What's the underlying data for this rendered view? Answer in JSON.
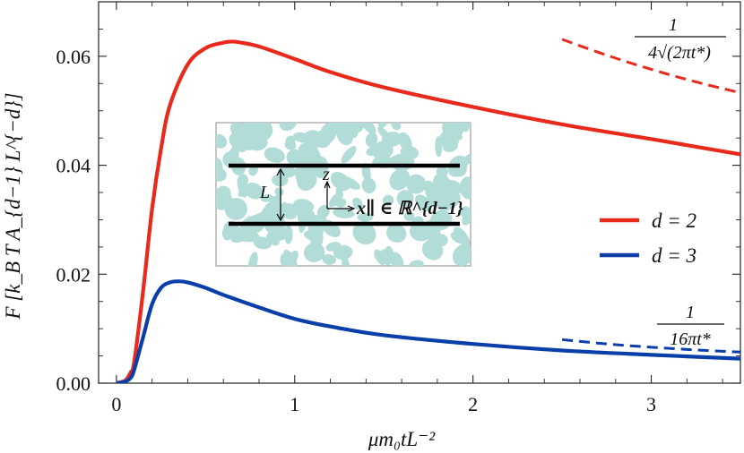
{
  "chart_data": {
    "type": "line",
    "xlabel": "μm₀tL⁻²",
    "ylabel": "F [k_B T A_{d−1} L^{−d}]",
    "xlim": [
      -0.1,
      3.5
    ],
    "ylim": [
      0,
      0.07
    ],
    "xticks": [
      0,
      1,
      2,
      3
    ],
    "yticks": [
      0.0,
      0.02,
      0.04,
      0.06
    ],
    "xtick_labels": [
      "0",
      "1",
      "2",
      "3"
    ],
    "ytick_labels": [
      "0.00",
      "0.02",
      "0.04",
      "0.06"
    ],
    "grid": false,
    "legend_position": "center-right",
    "series": [
      {
        "name": "d = 2",
        "color": "#e8291c",
        "style": "solid",
        "x": [
          0,
          0.05,
          0.08,
          0.1,
          0.15,
          0.2,
          0.25,
          0.3,
          0.4,
          0.5,
          0.6,
          0.65,
          0.7,
          0.8,
          1.0,
          1.2,
          1.5,
          2.0,
          2.5,
          3.0,
          3.5
        ],
        "y": [
          0,
          0.0005,
          0.002,
          0.004,
          0.017,
          0.032,
          0.043,
          0.051,
          0.0585,
          0.0615,
          0.0625,
          0.0627,
          0.0625,
          0.0618,
          0.0595,
          0.0571,
          0.0543,
          0.0507,
          0.0475,
          0.0448,
          0.042
        ]
      },
      {
        "name": "d = 3",
        "color": "#0a3ea8",
        "style": "solid",
        "x": [
          0,
          0.05,
          0.08,
          0.1,
          0.15,
          0.2,
          0.25,
          0.3,
          0.35,
          0.4,
          0.5,
          0.6,
          0.8,
          1.0,
          1.2,
          1.5,
          2.0,
          2.5,
          3.0,
          3.5
        ],
        "y": [
          0,
          0.0003,
          0.001,
          0.0025,
          0.0085,
          0.0145,
          0.0175,
          0.0185,
          0.0187,
          0.0185,
          0.0175,
          0.0162,
          0.0139,
          0.0118,
          0.0104,
          0.0088,
          0.0072,
          0.006,
          0.0052,
          0.0045
        ]
      },
      {
        "name": "",
        "color": "#e8291c",
        "style": "dashed",
        "x": [
          2.5,
          2.75,
          3.0,
          3.25,
          3.5
        ],
        "y": [
          0.0631,
          0.0602,
          0.0576,
          0.0553,
          0.0533
        ]
      },
      {
        "name": "",
        "color": "#0a3ea8",
        "style": "dashed",
        "x": [
          2.5,
          2.75,
          3.0,
          3.25,
          3.5
        ],
        "y": [
          0.008,
          0.0072,
          0.0066,
          0.0061,
          0.0057
        ]
      }
    ],
    "legend": [
      "d = 2",
      "d = 3"
    ],
    "annotations": [
      {
        "numerator": "1",
        "denominator": "4√(2πt*)"
      },
      {
        "numerator": "1",
        "denominator": "16πt*"
      }
    ],
    "inset": {
      "height_label": "L",
      "z_label": "z",
      "coordinate_label": "x∥ ∈ ℝ^{d−1}"
    }
  }
}
